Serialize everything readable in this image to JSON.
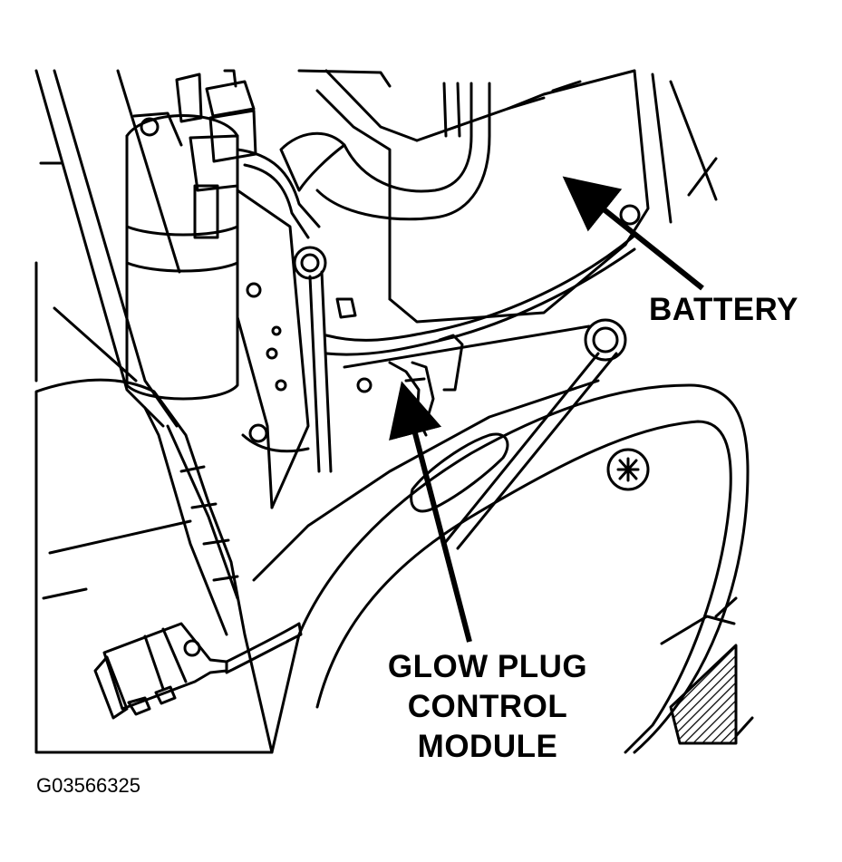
{
  "labels": {
    "battery": "BATTERY",
    "glow_plug_control_module": [
      "GLOW PLUG",
      "CONTROL",
      "MODULE"
    ]
  },
  "figure_id": "G03566325",
  "colors": {
    "line": "#000000",
    "background": "#ffffff",
    "hatch": "#000000"
  }
}
